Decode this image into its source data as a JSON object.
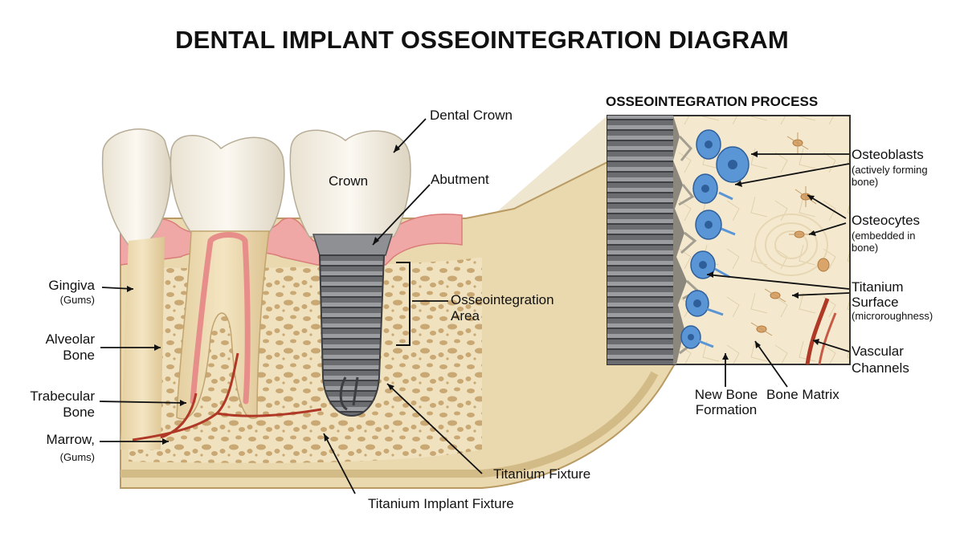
{
  "title": "DENTAL IMPLANT OSSEOINTEGRATION DIAGRAM",
  "inset_title": "OSSEOINTEGRATION PROCESS",
  "labels": {
    "dental_crown": "Dental Crown",
    "crown": "Crown",
    "abutment": "Abutment",
    "osseointegration_area_1": "Osseointegration",
    "osseointegration_area_2": "Area",
    "gingiva": "Gingiva",
    "gingiva_note": "(Gums)",
    "alveolar_1": "Alveolar",
    "alveolar_2": "Bone",
    "trabecular_1": "Trabecular",
    "trabecular_2": "Bone",
    "marrow": "Marrow,",
    "marrow_note": "(Gums)",
    "titanium_fixture": "Titanium Fixture",
    "titanium_implant_fixture": "Titanium Implant Fixture",
    "osteoblasts": "Osteoblasts",
    "osteoblasts_note_1": "(actively forming",
    "osteoblasts_note_2": "bone)",
    "osteocytes": "Osteocytes",
    "osteocytes_note_1": "(embedded in",
    "osteocytes_note_2": "bone)",
    "titanium_surface_1": "Titanium",
    "titanium_surface_2": "Surface",
    "titanium_surface_note": "(microroughness)",
    "vascular_1": "Vascular",
    "vascular_2": "Channels",
    "new_bone_1": "New Bone",
    "new_bone_2": "Formation",
    "bone_matrix": "Bone Matrix"
  },
  "colors": {
    "bone": "#ecdcb4",
    "bone_dark": "#c9a873",
    "gum": "#f0a8a6",
    "pulp": "#e88e8a",
    "enamel": "#f7f3ea",
    "titanium": "#6d6f72",
    "osteoblast": "#5a95d6",
    "vessel": "#b03826"
  }
}
